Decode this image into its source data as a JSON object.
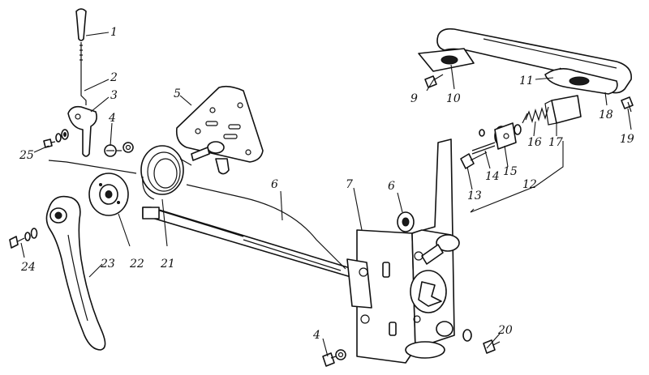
{
  "diagram": {
    "callouts": [
      {
        "id": "c1",
        "label": "1"
      },
      {
        "id": "c2",
        "label": "2"
      },
      {
        "id": "c3",
        "label": "3"
      },
      {
        "id": "c4a",
        "label": "4"
      },
      {
        "id": "c4b",
        "label": "4"
      },
      {
        "id": "c5",
        "label": "5"
      },
      {
        "id": "c6a",
        "label": "6"
      },
      {
        "id": "c6b",
        "label": "6"
      },
      {
        "id": "c7",
        "label": "7"
      },
      {
        "id": "c9",
        "label": "9"
      },
      {
        "id": "c10",
        "label": "10"
      },
      {
        "id": "c11",
        "label": "11"
      },
      {
        "id": "c12",
        "label": "12"
      },
      {
        "id": "c13",
        "label": "13"
      },
      {
        "id": "c14",
        "label": "14"
      },
      {
        "id": "c15",
        "label": "15"
      },
      {
        "id": "c16",
        "label": "16"
      },
      {
        "id": "c17",
        "label": "17"
      },
      {
        "id": "c18",
        "label": "18"
      },
      {
        "id": "c19",
        "label": "19"
      },
      {
        "id": "c20",
        "label": "20"
      },
      {
        "id": "c21",
        "label": "21"
      },
      {
        "id": "c22",
        "label": "22"
      },
      {
        "id": "c23",
        "label": "23"
      },
      {
        "id": "c24",
        "label": "24"
      },
      {
        "id": "c25",
        "label": "25"
      }
    ]
  }
}
